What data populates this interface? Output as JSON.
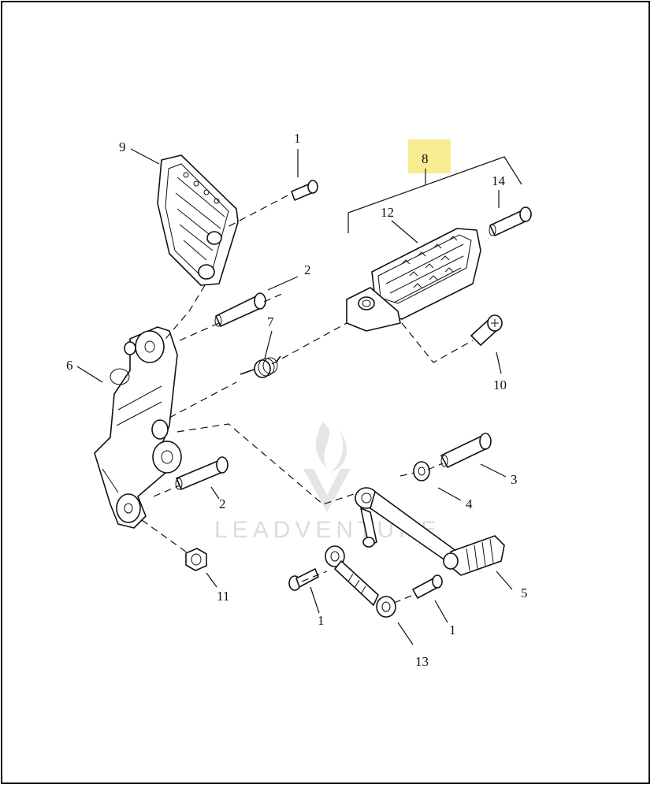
{
  "diagram": {
    "callouts": {
      "c1_top": "1",
      "c9": "9",
      "c8": "8",
      "c14": "14",
      "c12": "12",
      "c2_top": "2",
      "c7": "7",
      "c6": "6",
      "c10": "10",
      "c3": "3",
      "c4": "4",
      "c2_bottom": "2",
      "c5": "5",
      "c11": "11",
      "c1_left": "1",
      "c1_right": "1",
      "c13": "13"
    },
    "highlight_color": "#f7ec8f",
    "watermark": "LEADVENTURE"
  }
}
